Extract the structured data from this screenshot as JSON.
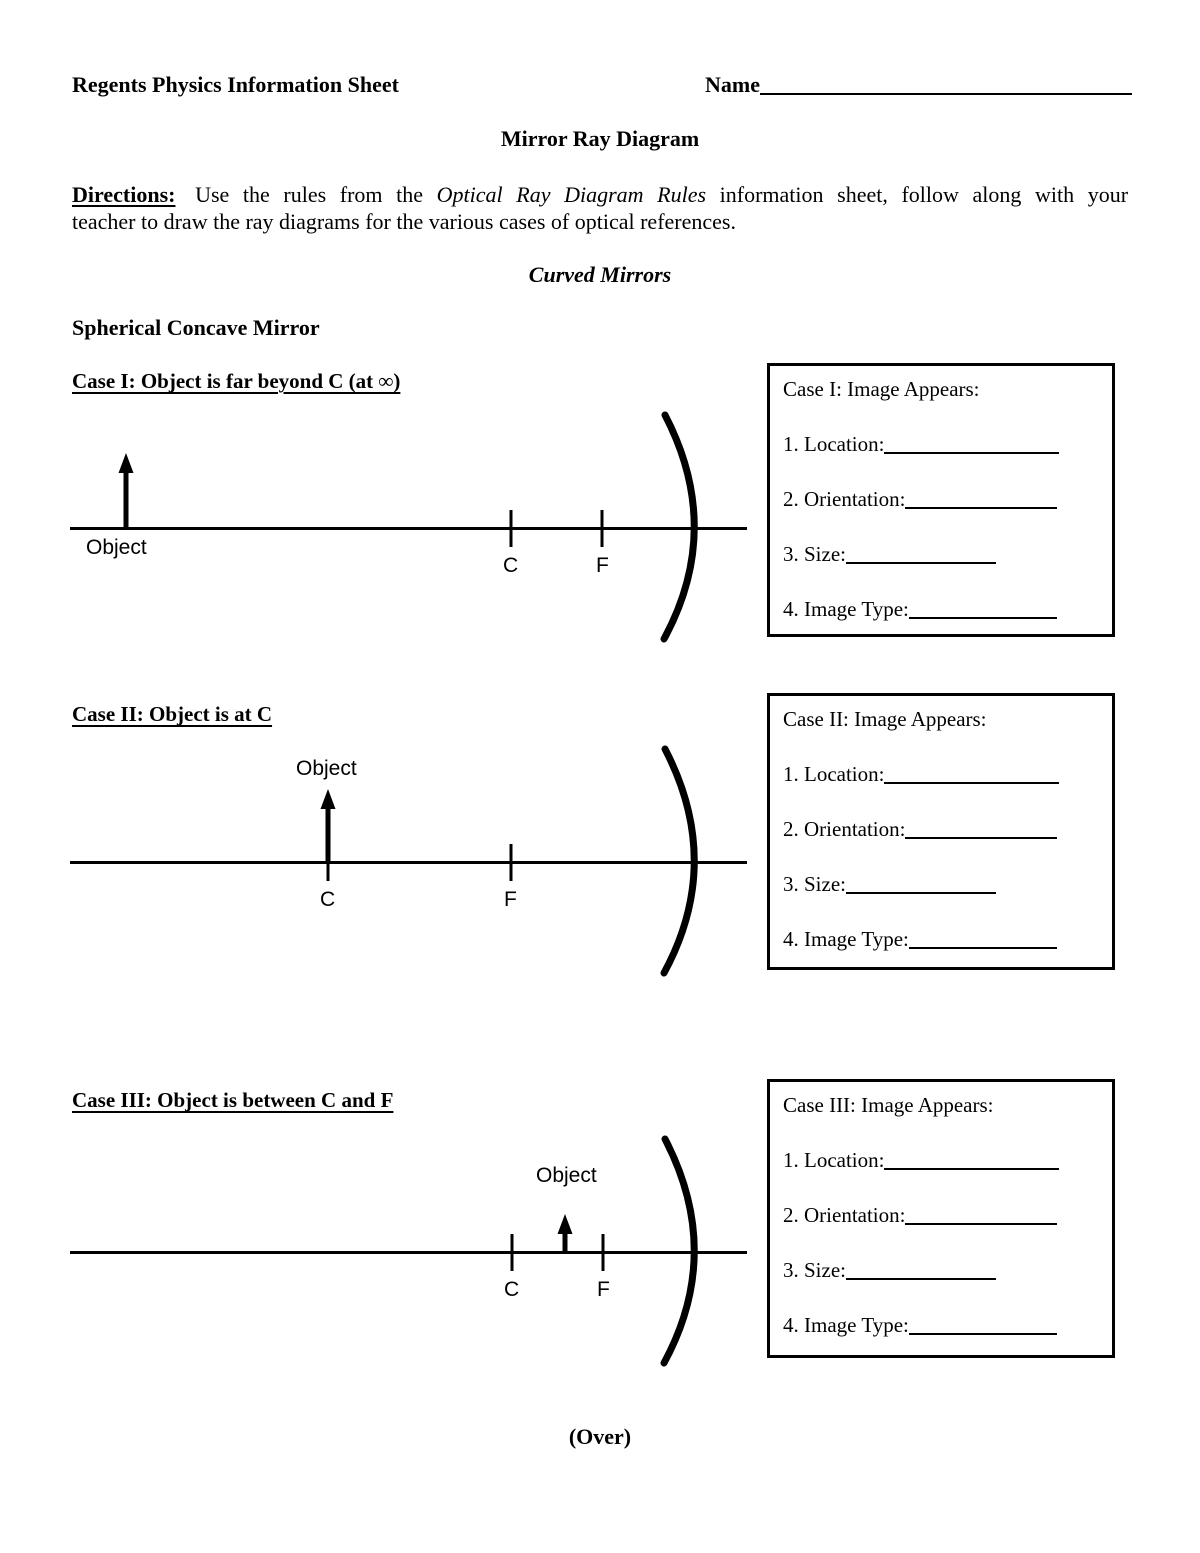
{
  "header": {
    "title": "Regents Physics Information Sheet",
    "name_label": "Name"
  },
  "doc_title": "Mirror Ray Diagram",
  "directions": {
    "label": "Directions:",
    "text_before_italic": "Use the rules from the",
    "italic_text": "Optical Ray Diagram Rules",
    "text_after_italic": "information sheet, follow along with your",
    "line2": "teacher to draw the ray diagrams for the various cases of optical references."
  },
  "subtitle": "Curved Mirrors",
  "section_heading": "Spherical Concave Mirror",
  "cases": [
    {
      "heading": "Case I: Object is far beyond C (at ∞)",
      "diagram": {
        "object_label": "Object",
        "c_label": "C",
        "f_label": "F"
      },
      "box": {
        "title": "Case I: Image Appears:",
        "fields": [
          "1. Location:",
          "2. Orientation:",
          "3. Size:",
          "4. Image Type:"
        ]
      }
    },
    {
      "heading": "Case II: Object is at C",
      "diagram": {
        "object_label": "Object",
        "c_label": "C",
        "f_label": "F"
      },
      "box": {
        "title": "Case II: Image Appears:",
        "fields": [
          "1. Location:",
          "2. Orientation:",
          "3. Size:",
          "4. Image Type:"
        ]
      }
    },
    {
      "heading": "Case III: Object is between C and F",
      "diagram": {
        "object_label": "Object",
        "c_label": "C",
        "f_label": "F"
      },
      "box": {
        "title": "Case III: Image Appears:",
        "fields": [
          "1. Location:",
          "2. Orientation:",
          "3. Size:",
          "4. Image Type:"
        ]
      }
    }
  ],
  "footer": "(Over)"
}
